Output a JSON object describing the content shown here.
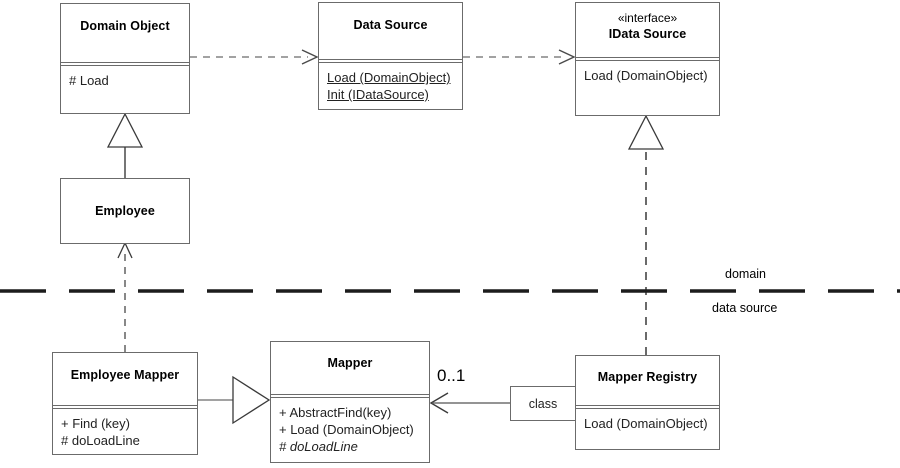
{
  "diagram": {
    "type": "uml-class-diagram",
    "layer_divider": {
      "above_label": "domain",
      "below_label": "data source"
    },
    "classes": [
      {
        "id": "domain-object",
        "name": "Domain Object",
        "stereotype": "",
        "members": [
          {
            "text": "# Load",
            "static": false,
            "abstract": false
          }
        ]
      },
      {
        "id": "data-source",
        "name": "Data Source",
        "stereotype": "",
        "members": [
          {
            "text": "Load (DomainObject)",
            "static": true,
            "abstract": false
          },
          {
            "text": "Init (IDataSource)",
            "static": true,
            "abstract": false
          }
        ]
      },
      {
        "id": "idata-source",
        "name": "IData Source",
        "stereotype": "«interface»",
        "members": [
          {
            "text": "Load (DomainObject)",
            "static": false,
            "abstract": false
          }
        ]
      },
      {
        "id": "employee",
        "name": "Employee",
        "stereotype": "",
        "members": []
      },
      {
        "id": "employee-mapper",
        "name": "Employee Mapper",
        "stereotype": "",
        "members": [
          {
            "text": "+ Find (key)",
            "static": false,
            "abstract": false
          },
          {
            "text": "# doLoadLine",
            "static": false,
            "abstract": false
          }
        ]
      },
      {
        "id": "mapper",
        "name": "Mapper",
        "stereotype": "",
        "members": [
          {
            "text": "+ AbstractFind(key)",
            "static": false,
            "abstract": false
          },
          {
            "text": "+ Load (DomainObject)",
            "static": false,
            "abstract": false
          },
          {
            "text": "# doLoadLine",
            "static": false,
            "abstract": true
          }
        ]
      },
      {
        "id": "mapper-registry",
        "name": "Mapper Registry",
        "stereotype": "",
        "members": [
          {
            "text": "Load (DomainObject)",
            "static": false,
            "abstract": false
          }
        ]
      }
    ],
    "edge_labels": {
      "class_role": "class",
      "mapper_multiplicity": "0..1"
    },
    "colors": {
      "stroke": "#6b6b6b",
      "line": "#2b2b2b",
      "text": "#000000",
      "background": "#ffffff"
    }
  }
}
